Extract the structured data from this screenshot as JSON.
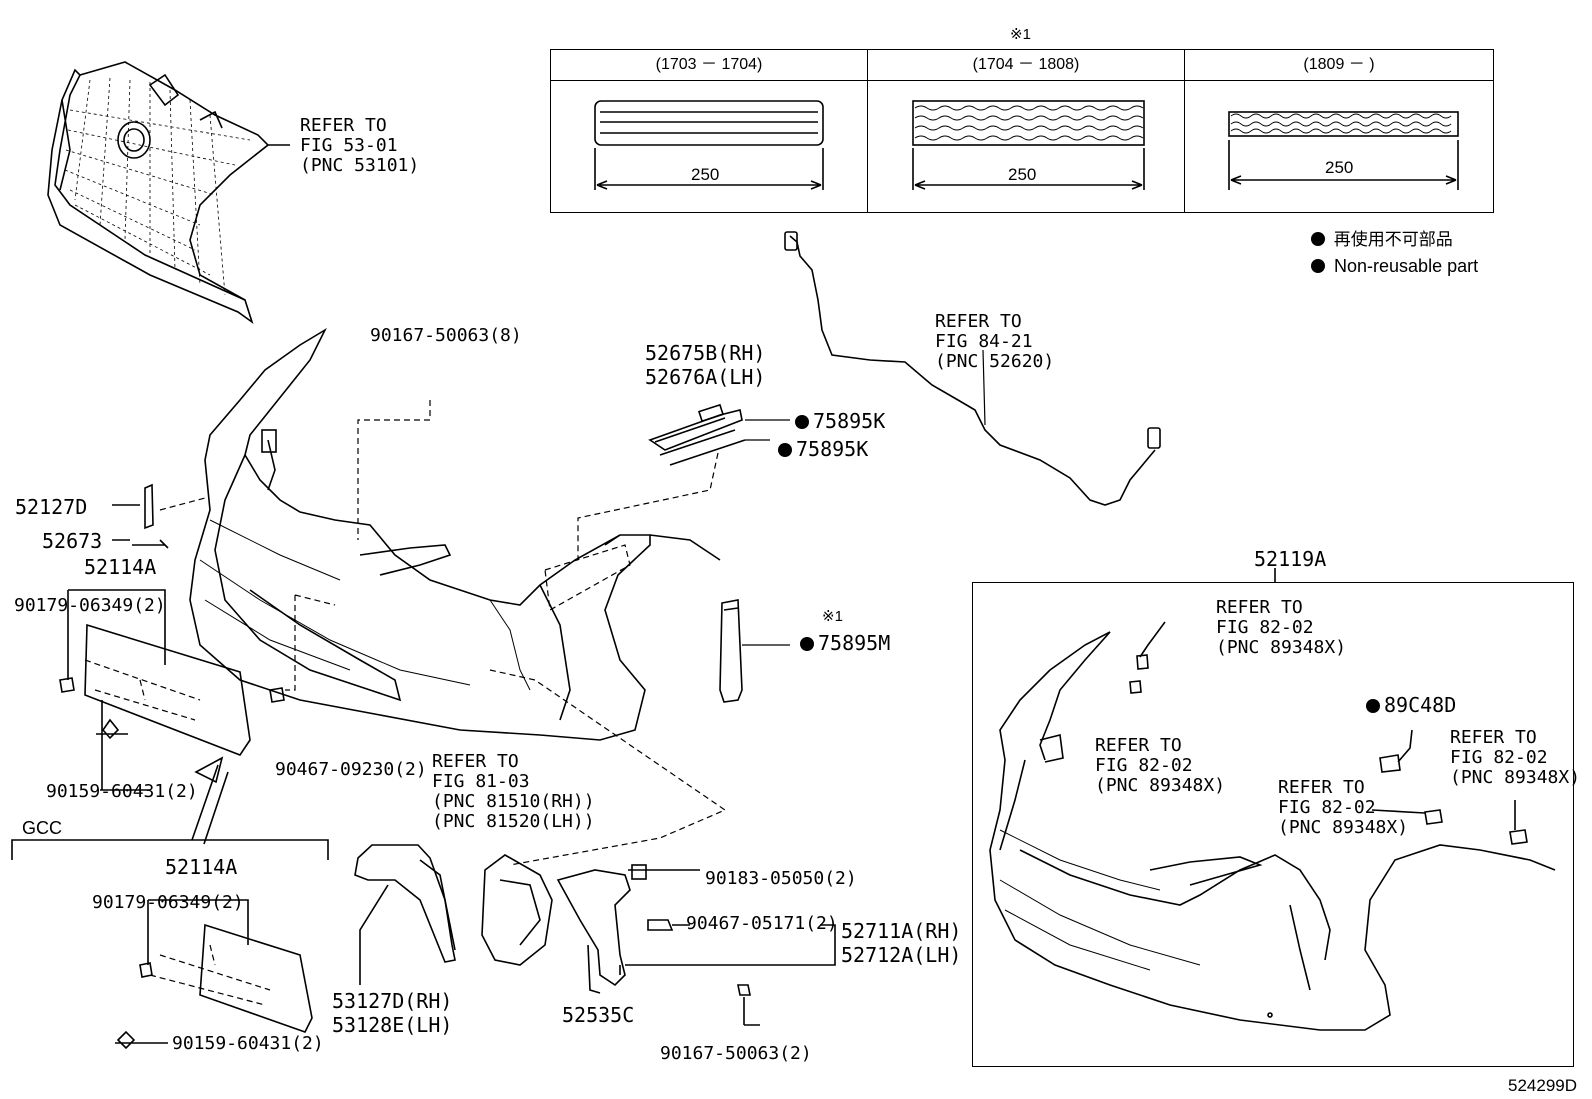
{
  "table": {
    "note_mark": "※1",
    "columns": [
      {
        "header": "(1703 － 1704)",
        "dim": "250"
      },
      {
        "header": "(1704 － 1808)",
        "dim": "250"
      },
      {
        "header": "(1809 －      )",
        "dim": "250"
      }
    ]
  },
  "legend": {
    "jp": "再使用不可部品",
    "en": "Non-reusable part"
  },
  "labels": {
    "grille_ref": [
      "REFER TO",
      "FIG 53-01",
      "(PNC 53101)"
    ],
    "wire_ref": [
      "REFER TO",
      "FIG 84-21",
      "(PNC 52620)"
    ],
    "p_90167_top": "90167-50063(8)",
    "p_52675B": "52675B(RH)",
    "p_52676A": "52676A(LH)",
    "p_75895K_1": "75895K",
    "p_75895K_2": "75895K",
    "p_52127D": "52127D",
    "p_52673": "52673",
    "p_52114A_top": "52114A",
    "p_90179_top": "90179-06349(2)",
    "p_75895M_note": "※1",
    "p_75895M": "75895M",
    "p_90159_top": "90159-60431(2)",
    "p_90467_09230": "90467-09230(2)",
    "lamp_ref": [
      "REFER TO",
      "FIG 81-03",
      "(PNC 81510(RH))",
      "(PNC 81520(LH))"
    ],
    "gcc": "GCC",
    "p_52114A_bot": "52114A",
    "p_90179_bot": "90179-06349(2)",
    "p_90183": "90183-05050(2)",
    "p_90467_05171": "90467-05171(2)",
    "p_52711A": "52711A(RH)",
    "p_52712A": "52712A(LH)",
    "p_53127D": "53127D(RH)",
    "p_53128E": "53128E(LH)",
    "p_52535C": "52535C",
    "p_90167_bot": "90167-50063(2)",
    "p_90159_bot": "90159-60431(2)",
    "p_52119A": "52119A",
    "sensor_ref_top": [
      "REFER TO",
      "FIG 82-02",
      "(PNC 89348X)"
    ],
    "sensor_ref_left": [
      "REFER TO",
      "FIG 82-02",
      "(PNC 89348X)"
    ],
    "sensor_ref_mid": [
      "REFER TO",
      "FIG 82-02",
      "(PNC 89348X)"
    ],
    "sensor_ref_right": [
      "REFER TO",
      "FIG 82-02",
      "(PNC 89348X)"
    ],
    "p_89C48D": "89C48D",
    "diagram_id": "524299D"
  }
}
